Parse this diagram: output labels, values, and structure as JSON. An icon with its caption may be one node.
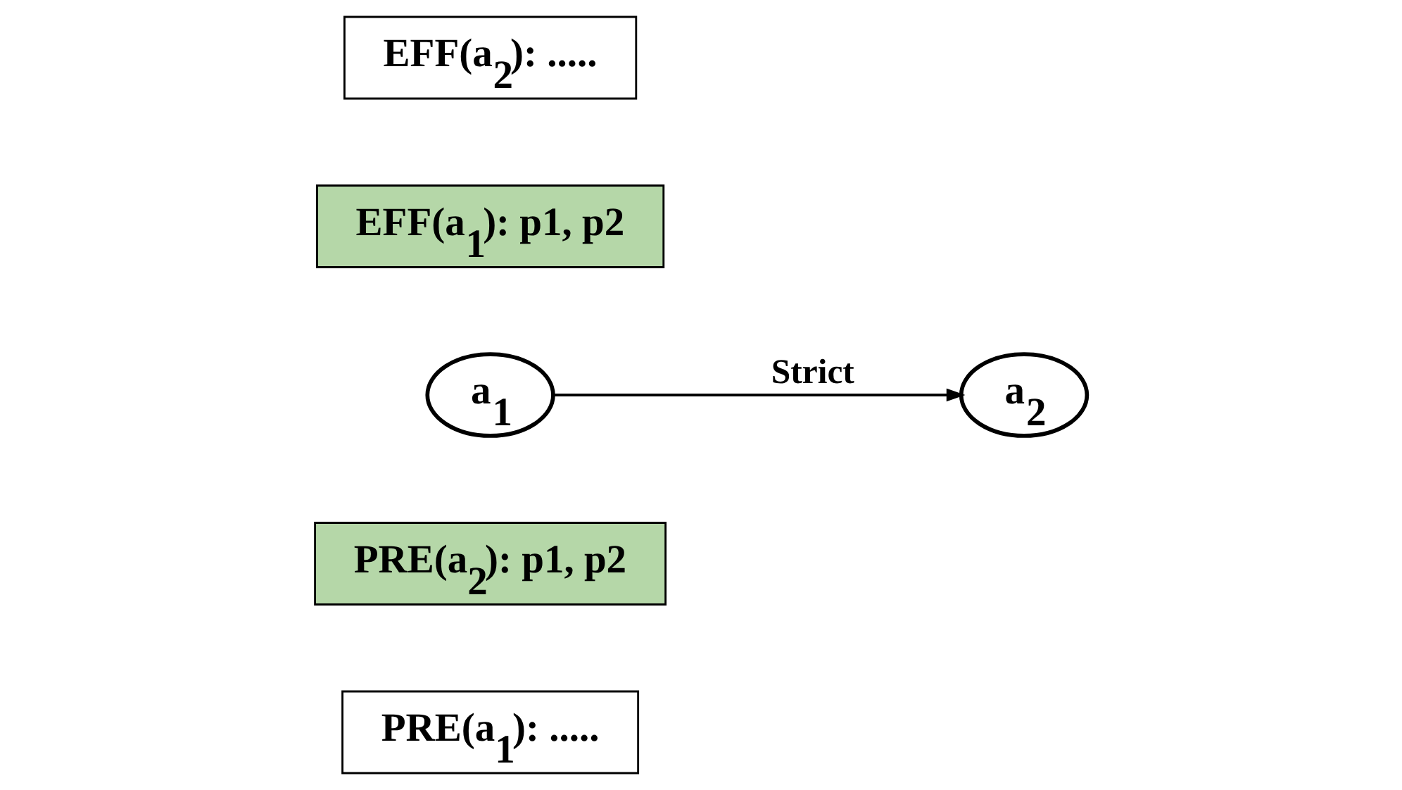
{
  "diagram": {
    "nodes": [
      {
        "text": [
          "PRE(a$_{1}$): ....."
        ]
      },
      {
        "text": [
          "PRE(a$_{2}$): p1, p2"
        ]
      },
      {
        "text": [
          "a$_{1}$"
        ]
      },
      {
        "text": [
          "a$_{2}$"
        ]
      },
      {
        "text": [
          "EFF(a$_{1}$): p1, p2"
        ]
      },
      {
        "text": [
          "EFF(a$_{2}$): ....."
        ]
      }
    ],
    "edges": [
      {
        "from": 2,
        "to": 3,
        "arrow": "to",
        "label": "Strict"
      }
    ]
  }
}
